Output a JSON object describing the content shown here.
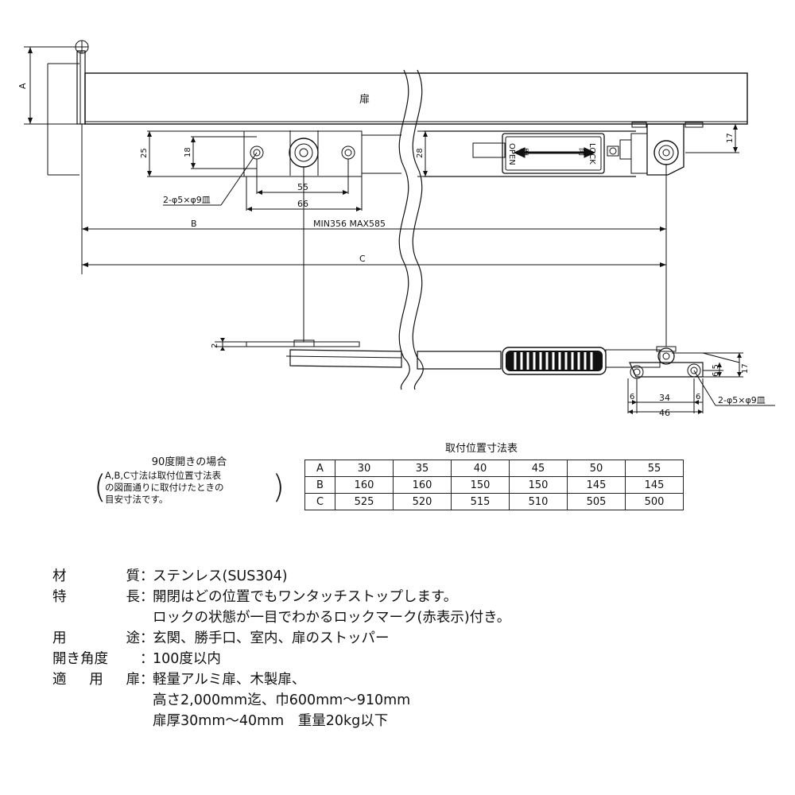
{
  "drawing": {
    "door_label": "扉",
    "dims": {
      "A": "A",
      "B": "B",
      "C": "C",
      "d25": "25",
      "d18": "18",
      "d28": "28",
      "d17": "17",
      "d55": "55",
      "d66": "66",
      "hole_spec": "2-φ5×φ9皿",
      "range": "MIN356 MAX585",
      "d2": "2",
      "d6_5": "6.5",
      "d6a": "6",
      "d6b": "6",
      "d34": "34",
      "d46": "46"
    },
    "lock_label": {
      "open": "OPEN",
      "lock": "LOCK",
      "open_k": "開",
      "lock_k": "閉"
    }
  },
  "note": {
    "title": "90度開きの場合",
    "lines": [
      "A,B,C寸法は取付位置寸法表",
      "の図面通りに取付けたときの",
      "目安寸法です。"
    ]
  },
  "table": {
    "title": "取付位置寸法表",
    "rows": [
      {
        "head": "A",
        "values": [
          "30",
          "35",
          "40",
          "45",
          "50",
          "55"
        ]
      },
      {
        "head": "B",
        "values": [
          "160",
          "160",
          "150",
          "150",
          "145",
          "145"
        ]
      },
      {
        "head": "C",
        "values": [
          "525",
          "520",
          "515",
          "510",
          "505",
          "500"
        ]
      }
    ]
  },
  "specs": [
    {
      "label": [
        "材",
        "質"
      ],
      "lines": [
        "ステンレス(SUS304)"
      ]
    },
    {
      "label": [
        "特",
        "長"
      ],
      "lines": [
        "開閉はどの位置でもワンタッチストップします。",
        "ロックの状態が一目でわかるロックマーク(赤表示)付き。"
      ]
    },
    {
      "label": [
        "用",
        "途"
      ],
      "lines": [
        "玄関、勝手口、室内、扉のストッパー"
      ]
    },
    {
      "label": [
        "開き角度"
      ],
      "lines": [
        "100度以内"
      ]
    },
    {
      "label": [
        "適",
        "用",
        "扉"
      ],
      "lines": [
        "軽量アルミ扉、木製扉、",
        "高さ2,000mm迄、巾600mm～910mm",
        "扉厚30mm～40mm　重量20kg以下"
      ]
    }
  ]
}
